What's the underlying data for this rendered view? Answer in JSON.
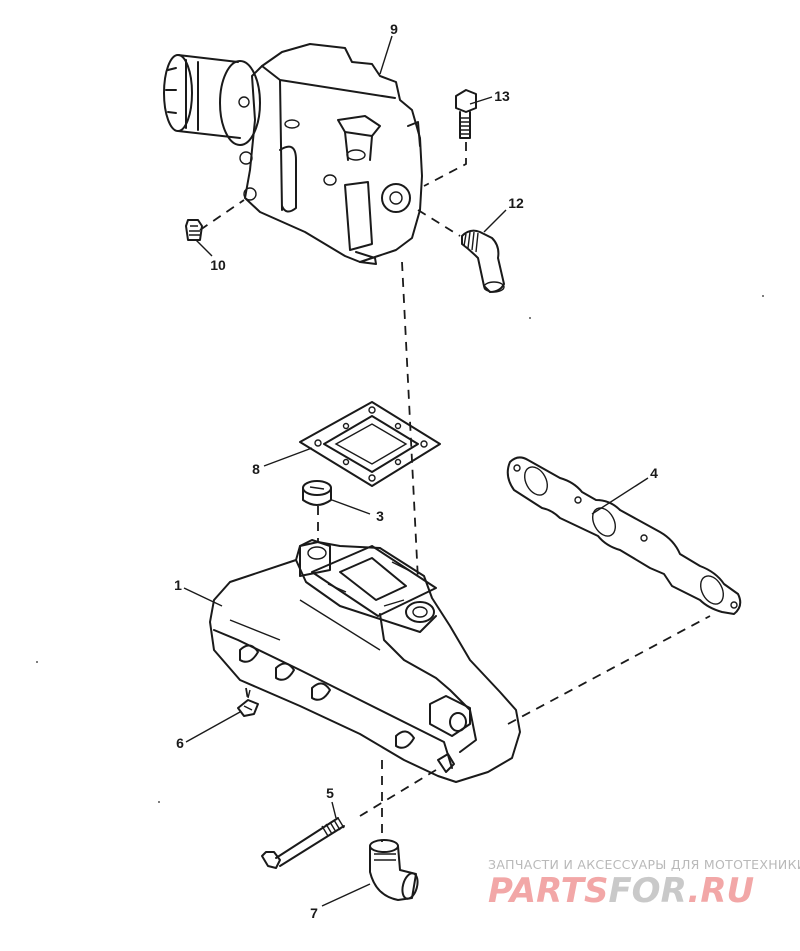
{
  "callouts": {
    "c1": "1",
    "c3": "3",
    "c4": "4",
    "c5": "5",
    "c6": "6",
    "c7": "7",
    "c8": "8",
    "c9": "9",
    "c10": "10",
    "c12": "12",
    "c13": "13"
  },
  "watermark": {
    "tagline": "ЗАПЧАСТИ И АКСЕССУАРЫ ДЛЯ МОТОТЕХНИКИ",
    "logo_part1": "PARTS",
    "logo_part2": "FOR",
    "logo_part3": ".RU"
  },
  "colors": {
    "line": "#1a1a1a",
    "watermark_red": "#f2a7a7",
    "watermark_gray": "#b9b9b9"
  }
}
